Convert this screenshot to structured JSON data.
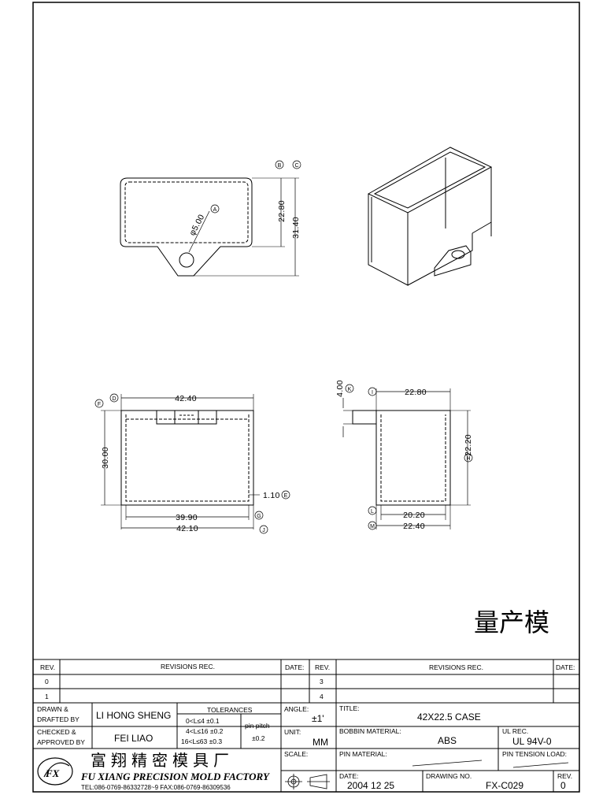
{
  "note": "量产模",
  "views": {
    "top": {
      "dim_height": "22.80",
      "dim_total": "31.40",
      "dim_hole": "φ5.00",
      "marks": [
        "B",
        "C",
        "A"
      ]
    },
    "front": {
      "dim_top": "42.40",
      "dim_height": "30.00",
      "dim_inner": "39.90",
      "dim_bottom": "42.10",
      "dim_wall": "1.10",
      "marks": [
        "F",
        "D",
        "E",
        "G",
        "J"
      ]
    },
    "side": {
      "dim_tab": "4.00",
      "dim_top": "22.80",
      "dim_right": "22.20",
      "dim_inner": "20.20",
      "dim_bottom": "22.40",
      "marks": [
        "K",
        "I",
        "H",
        "L",
        "M"
      ]
    }
  },
  "title_block": {
    "rev_header": "REV.",
    "revisions_header": "REVISIONS    REC.",
    "date_header": "DATE:",
    "rev_rows_left": [
      "0",
      "1"
    ],
    "rev_rows_right": [
      "3",
      "4"
    ],
    "drawn_label_1": "DRAWN  &",
    "drawn_label_2": "DRAFTED  BY",
    "drawn_by": "LI HONG SHENG",
    "checked_label_1": "CHECKED  &",
    "checked_label_2": "APPROVED  BY",
    "checked_by": "FEI LIAO",
    "tolerances_label": "TOLERANCES",
    "tolerance_rows": [
      "0<L≤4    ±0.1",
      "4<L≤16  ±0.2",
      "16<L≤63 ±0.3"
    ],
    "pin_pitch_label": "pin  pitch",
    "pin_pitch_value": "±0.2",
    "angle_label": "ANGLE:",
    "angle_value": "±1'",
    "unit_label": "UNIT:",
    "unit_value": "MM",
    "scale_label": "SCALE:",
    "title_label": "TITLE:",
    "title_value": "42X22.5  CASE",
    "bobbin_label": "BOBBIN  MATERIAL:",
    "bobbin_value": "ABS",
    "ul_label": "UL  REC.",
    "ul_value": "UL  94V-0",
    "pin_material_label": "PIN  MATERIAL:",
    "pin_tension_label": "PIN  TENSION  LOAD:",
    "date_label": "DATE:",
    "date_value": "2004  12  25",
    "drawing_no_label": "DRAWING  NO.",
    "drawing_no_value": "FX-C029",
    "rev_label": "REV.",
    "rev_value": "0",
    "company_cn": "富翔精密模具厂",
    "company_en": "FU XIANG PRECISION MOLD FACTORY",
    "company_contact": "TEL:086-0769-86332728~9   FAX:086-0769-86309536",
    "logo_text": "FX"
  }
}
